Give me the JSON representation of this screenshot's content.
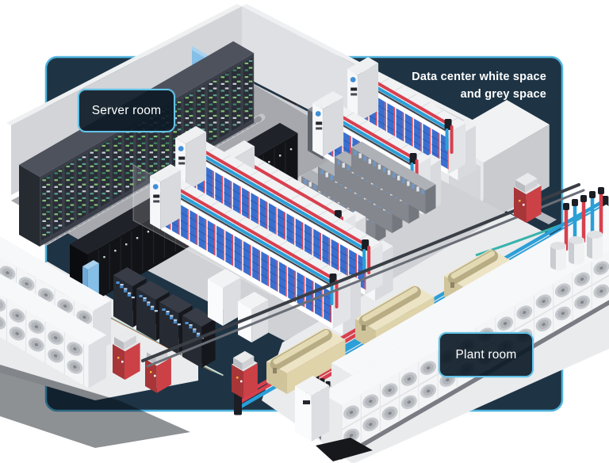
{
  "labels": {
    "server_room": "Server room",
    "plant_room": "Plant room"
  },
  "caption": {
    "line1": "Data center white space",
    "line2": "and grey space"
  },
  "colors": {
    "background": "#ffffff",
    "panel": "#1e3445",
    "panel_border": "#4fb3dd",
    "label_bg": "rgba(13,27,39,0.92)",
    "label_border": "#62c1e6",
    "text": "#ffffff",
    "wall_left": "#d3d4d8",
    "wall_right": "#dfe0e3",
    "wall_top": "#eef0f1",
    "floor_room": "#cfd1d5",
    "floor_server": "#a6a8ad",
    "floor_plant": "#eaebed",
    "rack_frame": "#3a3f4a",
    "rack_top": "#4d525d",
    "rack_panel": "#2a2e37",
    "black_cabinet": "#121317",
    "led_green": "#8fd07c",
    "led_teal": "#5fae9a",
    "led_white": "#d9e2e8",
    "pod_blue": "#3a6fd0",
    "pod_blue_dark": "#2c59ad",
    "pod_red": "#dc4456",
    "white_unit": "#f4f5f7",
    "unit_shadow": "#dcdee2",
    "crac_dot_blue": "#3f8fd9",
    "pipe_red": "#d8404f",
    "pipe_blue": "#2b9fd8",
    "pipe_dark": "#3a3e45",
    "pipe_teal": "#37b3ab",
    "fitting_black": "#1b1e24",
    "beige_body": "#cfc49a",
    "beige_light": "#e3dab4",
    "red_cabinet": "#cc4146",
    "red_cabinet_dark": "#a83538",
    "grey_rack": "#84878e",
    "fan_ring": "#c6c9cd",
    "fan_mid": "#b2b5ba",
    "fan_center": "#83868c",
    "glass": "rgba(255,255,255,0.16)",
    "cable_yellow": "#e8b93c",
    "cable_green": "#58b06a"
  },
  "illustration": {
    "regions": [
      "server room",
      "white space",
      "grey space",
      "plant room"
    ],
    "server_rack_count": 18,
    "black_cabinet_count": 16,
    "pod_row_count": 6,
    "fan_row_count": 4,
    "tank_count": 3
  }
}
